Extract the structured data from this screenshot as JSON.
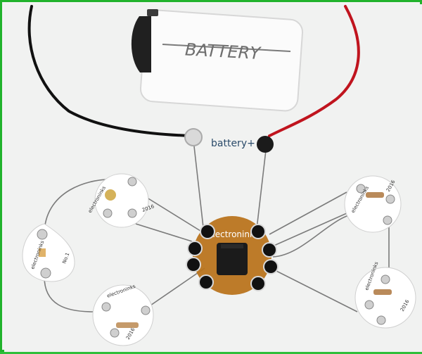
{
  "photo": {
    "battery_label": "BATTERY",
    "battery_plus_label": "battery+",
    "chip_label": "electroninks"
  },
  "board_text": {
    "left_top_1": "electroninks",
    "left_top_2": "2016",
    "right_top_1": "electroninks",
    "right_top_2": "2016",
    "left_bottom_1": "electroninks",
    "left_bottom_2": "2016",
    "right_bottom_1": "electroninks",
    "right_bottom_2": "2016",
    "led_1": "electroninks",
    "led_2": "No.1"
  },
  "colors": {
    "frame": "#21b32c",
    "paper": "#f3f4f3",
    "pencil": "#777777",
    "board": "#ffffff",
    "wire_black": "#111111",
    "wire_red": "#c0141e",
    "chip_flex": "#b9741d"
  }
}
